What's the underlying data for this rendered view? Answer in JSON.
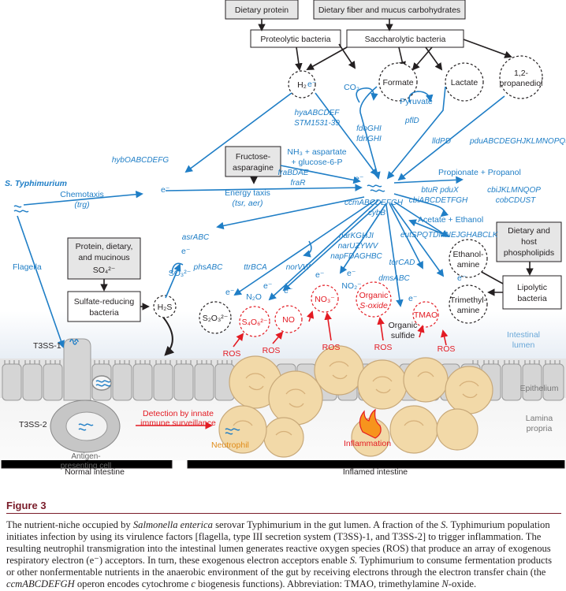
{
  "boxes": {
    "dietary_protein": "Dietary protein",
    "dietary_fiber": "Dietary fiber and mucus carbohydrates",
    "proteolytic": "Proteolytic bacteria",
    "saccharolytic": "Saccharolytic bacteria",
    "fructose_1": "Fructose-",
    "fructose_2": "asparagine",
    "protein_mucinous_1": "Protein, dietary,",
    "protein_mucinous_2": "and mucinous",
    "protein_mucinous_3": "SO₄²⁻",
    "sulfate_1": "Sulfate-reducing",
    "sulfate_2": "bacteria",
    "dietary_host_1": "Dietary and",
    "dietary_host_2": "host",
    "dietary_host_3": "phospholipids",
    "lipolytic_1": "Lipolytic",
    "lipolytic_2": "bacteria"
  },
  "circles": {
    "h2": "H₂",
    "formate": "Formate",
    "lactate": "Lactate",
    "propanediol_1": "1,2-",
    "propanediol_2": "propanediol",
    "ethanolamine_1": "Ethanol-",
    "ethanolamine_2": "amine",
    "trimethylamine_1": "Trimethyl-",
    "trimethylamine_2": "amine",
    "h2s": "H₂S",
    "s2o3": "S₂O₃²⁻",
    "s4o6": "S₄O₆²⁻",
    "no": "NO",
    "no3": "NO₃⁻",
    "organic_soxide_1": "Organic",
    "organic_soxide_2": "S-oxide",
    "tmao": "TMAO"
  },
  "labels": {
    "co2": "CO₂",
    "pyruvate": "Pyruvate",
    "s_typhimurium": "S. Typhimurium",
    "chemotaxis": "Chemotaxis",
    "trg": "(trg)",
    "energy_taxis": "Energy taxis",
    "tsr_aer": "(tsr, aer)",
    "flagella": "Flagella",
    "t3ss1": "T3SS-1",
    "t3ss2": "T3SS-2",
    "nh3_1": "NH₃ + aspartate",
    "nh3_2": "+ glucose-6-P",
    "propionate": "Propionate + Propanol",
    "acetate": "Acetate + Ethanol",
    "n2o": "N₂O",
    "no2": "NO₂⁻",
    "so3": "SO₃²⁻",
    "organic_sulfide_1": "Organic",
    "organic_sulfide_2": "sulfide",
    "electron": "e⁻",
    "ros": "ROS",
    "intestinal_lumen_1": "Intestinal",
    "intestinal_lumen_2": "lumen",
    "epithelium": "Epithelium",
    "lamina_1": "Lamina",
    "lamina_2": "propria",
    "detection_1": "Detection by innate",
    "detection_2": "immune surveillance",
    "apc_1": "Antigen-",
    "apc_2": "presenting cell",
    "neutrophil": "Neutrophil",
    "inflammation": "Inflammation",
    "normal_intestine": "Normal intestine",
    "inflamed_intestine": "Inflamed intestine"
  },
  "genes": {
    "hyaABCDEF": "hyaABCDEF",
    "stm1531": "STM1531-39",
    "hybOABCDEFG": "hybOABCDEFG",
    "fdoGHI": "fdoGHI",
    "fdnGHI": "fdnGHI",
    "pflD": "pflD",
    "lldPD": "lldPD",
    "pdu": "pduABCDEGHJKLMNOPQSTUVWX",
    "fraBDAE": "fraBDAE",
    "fraR": "fraR",
    "ccm": "ccmABCDEFGH",
    "cybB": "cybB",
    "btuR": "btuR pduX",
    "cbiA": "cbiABCDETFGH",
    "cbiJ": "cbiJKLMNQOP",
    "cobC": "cobCDUST",
    "eut": "eutSPQTDMNEJGHABCLK",
    "asrABC": "asrABC",
    "narKGHJI": "narKGHJI",
    "narUZYWV": "narUZYWV",
    "napF": "napFDAGHBC",
    "torCAD": "torCAD",
    "phsABC": "phsABC",
    "ttrBCA": "ttrBCA",
    "norVW": "norVW",
    "dmsABC": "dmsABC"
  },
  "caption": {
    "figure": "Figure 3",
    "t1": "The nutrient-niche occupied by ",
    "t1i": "Salmonella enterica",
    "t2": " serovar Typhimurium in the gut lumen. A fraction of the ",
    "t2i": "S.",
    "t3": " Typhimurium population initiates infection by using its virulence factors [flagella, type III secretion system (T3SS)-1, and T3SS-2] to trigger inflammation. The resulting neutrophil transmigration into the intestinal lumen generates reactive oxygen species (ROS) that produce an array of exogenous respiratory electron (e⁻) acceptors. In turn, these exogenous electron acceptors enable ",
    "t3i": "S.",
    "t4": " Typhimurium to consume fermentation products or other nonfermentable nutrients in the anaerobic environment of the gut by receiving electrons through the electron transfer chain (the ",
    "t4i": "ccmABCDEFGH",
    "t5": " operon encodes cytochrome ",
    "t5i": "c",
    "t6": " biogenesis functions). Abbreviation: TMAO, trimethylamine ",
    "t6i": "N",
    "t7": "-oxide."
  },
  "colors": {
    "blue": "#1f7ec6",
    "red": "#e31b23",
    "box_fill": "#e6e6e6",
    "dark": "#231f20",
    "neutrophil": "#f2d9a8",
    "epithelium": "#d9d9d9",
    "caption_title": "#7a1c2a"
  }
}
